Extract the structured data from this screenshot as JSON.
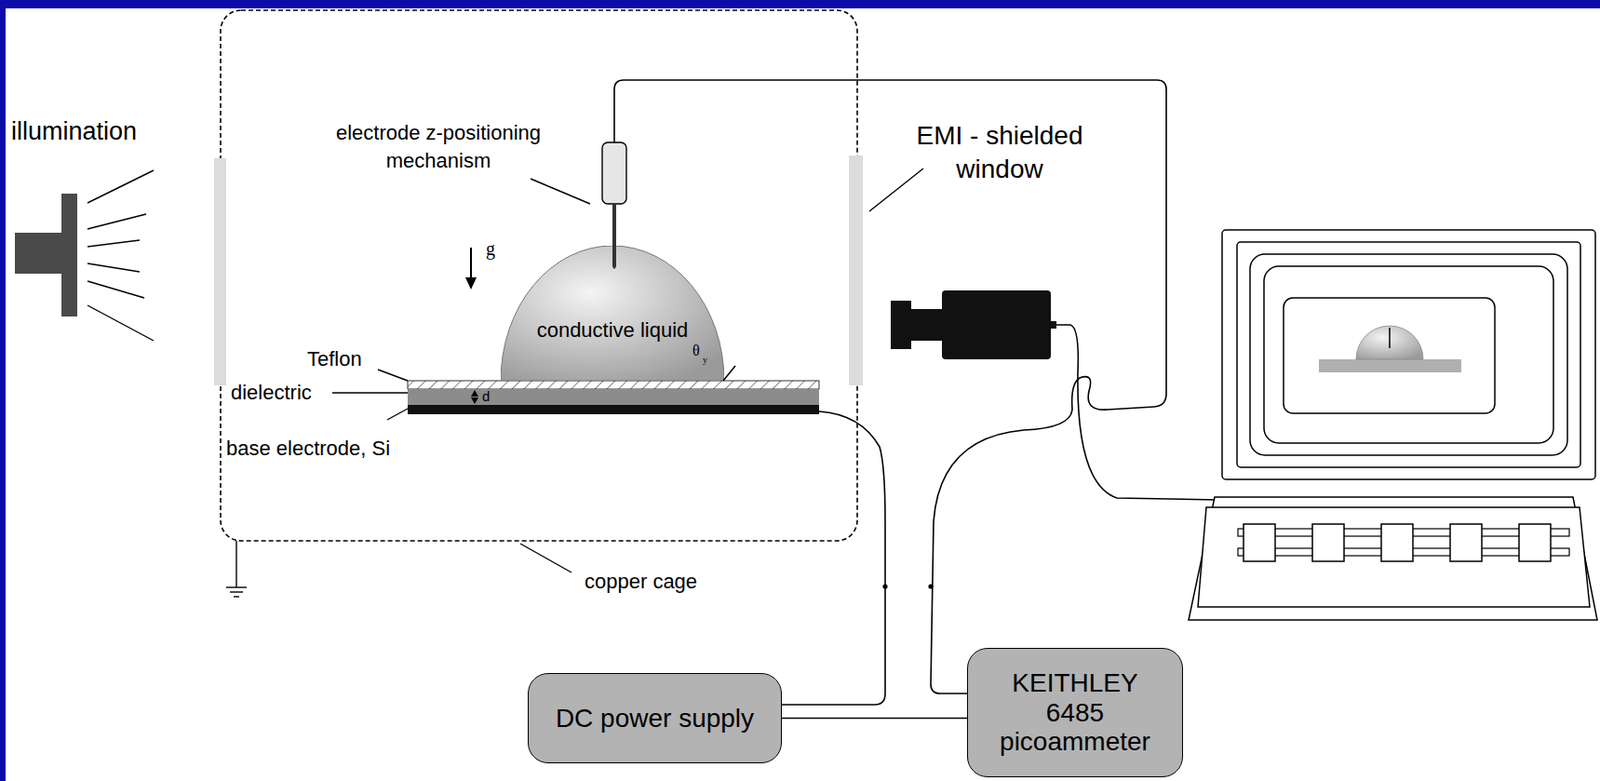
{
  "diagram": {
    "nodes": [
      {
        "text": [
          "conductive liquid"
        ]
      },
      {
        "text": [
          "DC power supply"
        ]
      },
      {
        "text": [
          "KEITHLEY 6485 picoammeter"
        ]
      }
    ],
    "edges": [
      {
        "from": 1,
        "to": 2,
        "arrow": "none"
      }
    ],
    "labels": [
      "illumination",
      "electrode z-positioning mechanism",
      "EMI - shielded window",
      "g",
      "Teflon",
      "θ",
      "y",
      "d",
      "dielectric",
      "base electrode, Si",
      "copper cage"
    ]
  }
}
